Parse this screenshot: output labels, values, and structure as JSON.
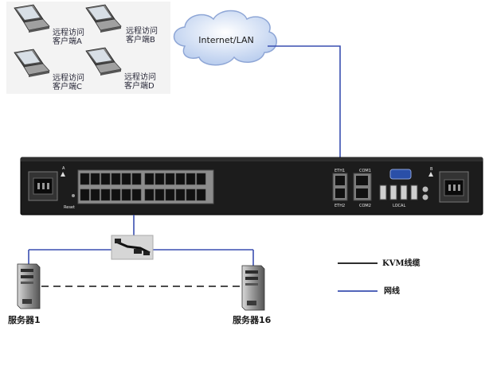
{
  "cloud": {
    "label": "Internet/LAN"
  },
  "clients": [
    {
      "line1": "远程访问",
      "line2": "客户端A"
    },
    {
      "line1": "远程访问",
      "line2": "客户端B"
    },
    {
      "line1": "远程访问",
      "line2": "客户端C"
    },
    {
      "line1": "远程访问",
      "line2": "客户端D"
    }
  ],
  "device": {
    "left_marker": "A",
    "right_marker": "B",
    "reset_label": "Reset",
    "eth1_label": "ETH1",
    "eth2_label": "ETH2",
    "com1_label": "COM1",
    "com2_label": "COM2",
    "local_label": "LOCAL"
  },
  "servers": [
    {
      "label": "服务器1"
    },
    {
      "label": "服务器16"
    }
  ],
  "legend": {
    "kvm_cable": "KVM线缆",
    "network_cable": "网线"
  },
  "colors": {
    "kvm_line": "#111111",
    "network_line": "#3a4fb0",
    "device_body": "#1c1c1c",
    "cloud": "#c9d8f2"
  }
}
